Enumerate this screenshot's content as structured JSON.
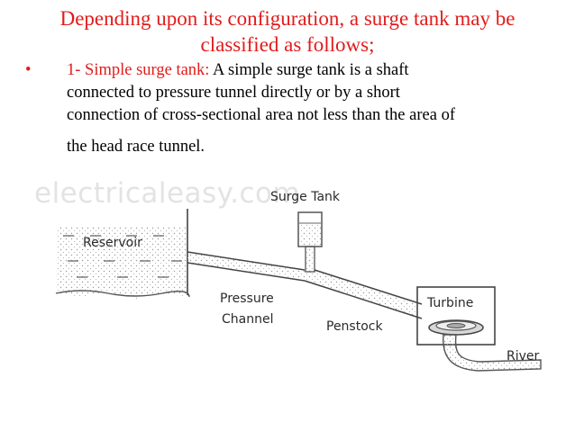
{
  "slide": {
    "title_line1": "Depending upon its configuration, a surge tank may be",
    "title_line2": "classified as follows;",
    "bullet_marker": "•",
    "bullet_lead": "1- Simple surge tank:",
    "bullet_line1_rest": " A simple surge tank is a shaft",
    "bullet_line2": "connected to pressure tunnel directly or by a short",
    "bullet_line3": "connection of cross-sectional area not less than the area of",
    "bullet_line4": "the head race tunnel."
  },
  "diagram": {
    "watermark": "electricaleasy.com",
    "labels": {
      "surge_tank": "Surge Tank",
      "reservoir": "Reservoir",
      "pressure": "Pressure",
      "channel": "Channel",
      "penstock": "Penstock",
      "turbine": "Turbine",
      "river": "River"
    }
  }
}
